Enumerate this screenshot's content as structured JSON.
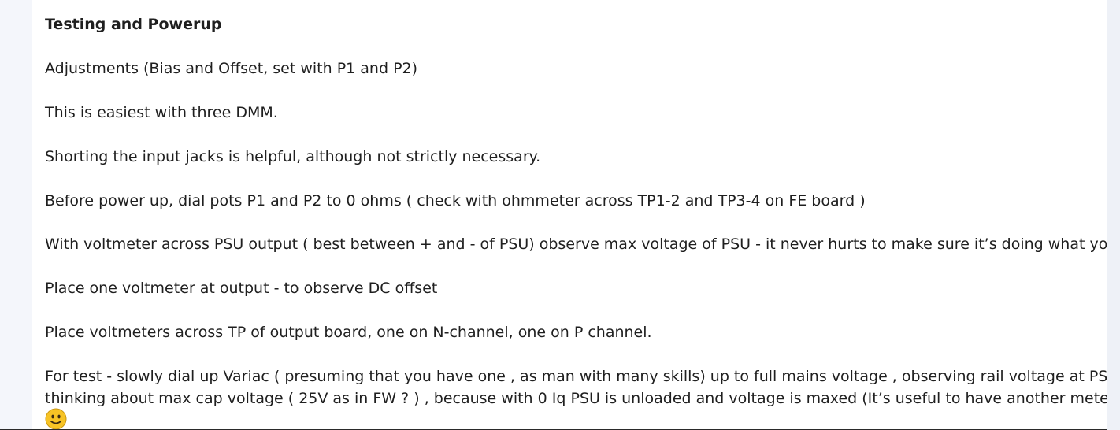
{
  "post": {
    "title": "Testing and Powerup",
    "paragraphs": [
      "Adjustments (Bias and Offset, set with P1 and P2)",
      "This is easiest with three DMM.",
      "Shorting the input jacks is helpful, although not strictly necessary.",
      "Before power up, dial pots P1 and P2 to 0 ohms ( check with ohmmeter across TP1-2 and TP3-4 on FE board )",
      "With voltmeter across PSU output ( best between + and - of PSU) observe max voltage of PSU - it never hurts to make sure it’s doing what you expect.",
      "Place one voltmeter at output - to observe DC offset",
      "Place voltmeters across TP of output board, one on N-channel, one on P channel."
    ],
    "last_paragraph_line1": "For test - slowly dial up Variac ( presuming that you have one , as man with many skills) up to full mains voltage , observing rail voltage at PSU .......",
    "last_paragraph_line2": "thinking about max cap voltage ( 25V as in FW ? ) , because with 0 Iq PSU is unloaded and voltage is maxed (It’s useful to have another meter for this…)",
    "emoji": "slightly-smiling-face-icon"
  },
  "colors": {
    "text": "#1f1f1f",
    "background": "#ffffff",
    "gutter": "#f4f6fb",
    "emoji_face": "#f7c325"
  }
}
